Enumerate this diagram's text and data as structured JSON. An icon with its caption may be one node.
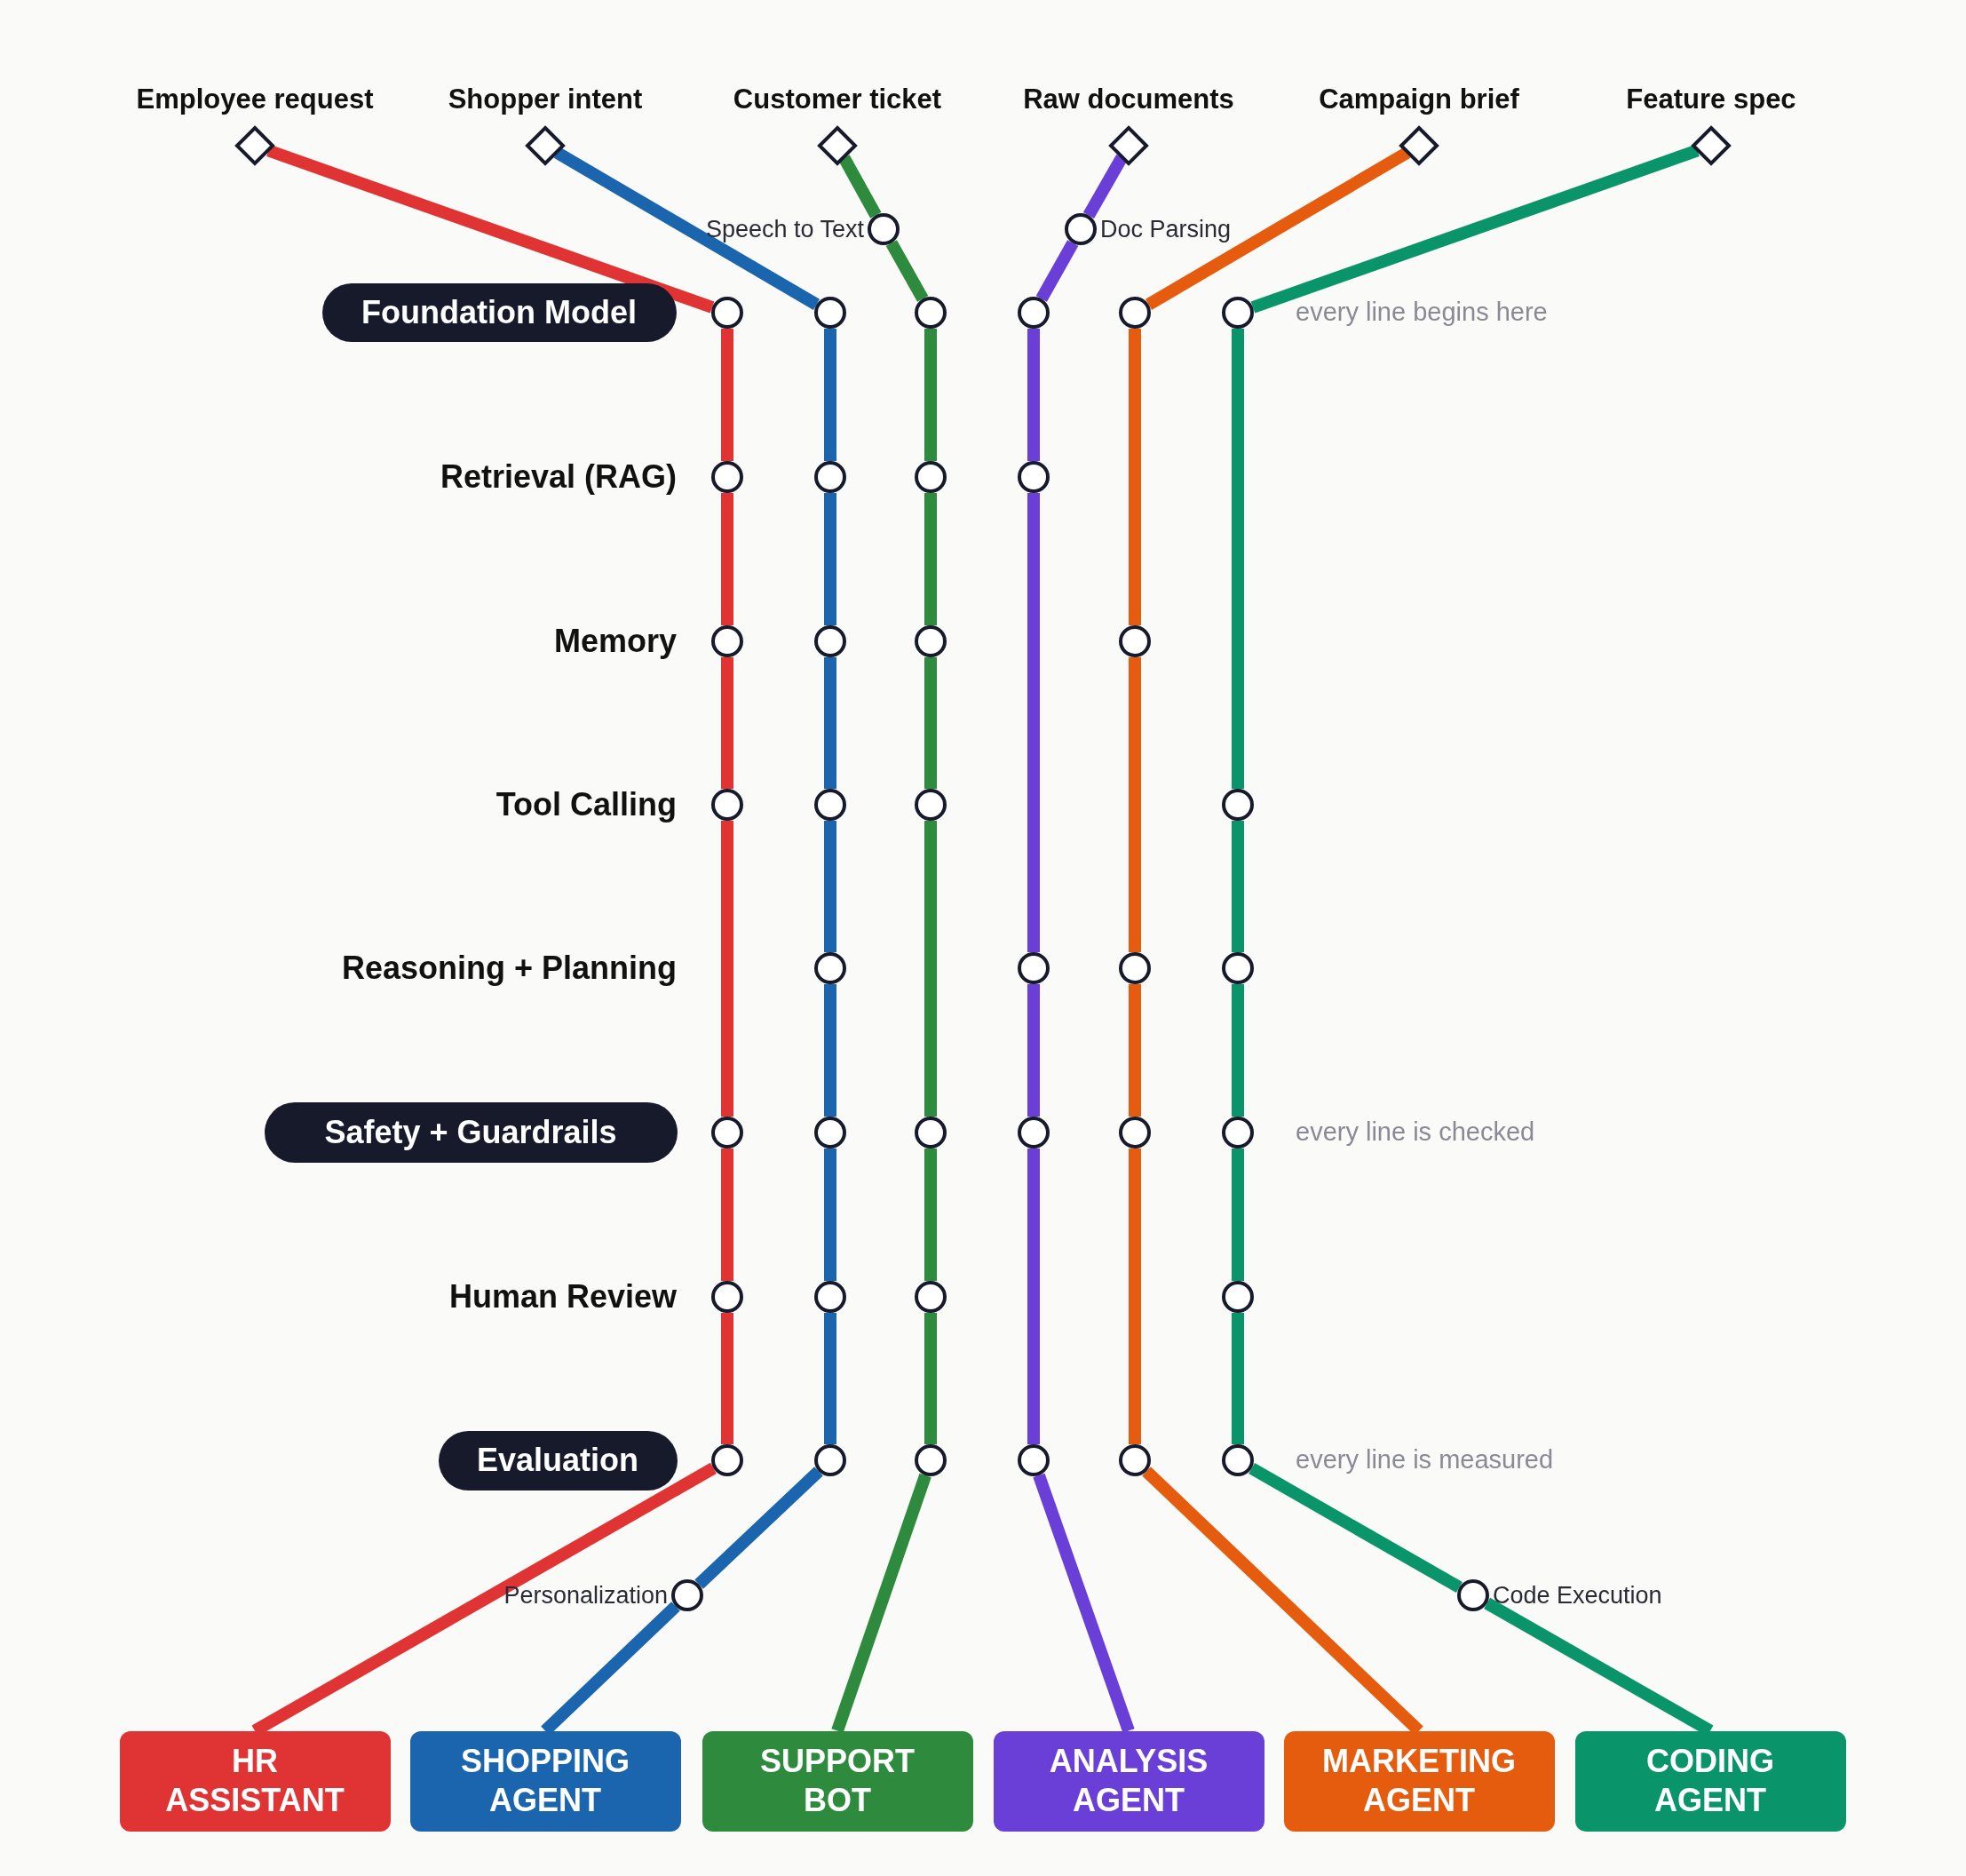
{
  "diagram": {
    "nodes": [
      {
        "text": [
          "Employee request"
        ]
      },
      {
        "text": [
          "Shopper intent"
        ]
      },
      {
        "text": [
          "Customer ticket"
        ]
      },
      {
        "text": [
          "Raw documents"
        ]
      },
      {
        "text": [
          "Campaign brief"
        ]
      },
      {
        "text": [
          "Feature spec"
        ]
      },
      {
        "text": [],
        "shape": "circle",
        "beside": [
          "Speech to Text"
        ]
      },
      {
        "text": [],
        "shape": "circle",
        "beside": [
          "Doc Parsing"
        ]
      },
      {
        "text": [
          "Foundation Model"
        ]
      },
      {
        "text": [],
        "shape": "circle"
      },
      {
        "text": [],
        "shape": "circle"
      },
      {
        "text": [],
        "shape": "circle"
      },
      {
        "text": [],
        "shape": "circle"
      },
      {
        "text": [],
        "shape": "circle"
      },
      {
        "text": [],
        "shape": "circle"
      },
      {
        "text": [],
        "shape": "circle"
      },
      {
        "text": [],
        "shape": "circle"
      },
      {
        "text": [],
        "shape": "circle"
      },
      {
        "text": [],
        "shape": "circle"
      },
      {
        "text": [],
        "shape": "circle"
      },
      {
        "text": [],
        "shape": "circle"
      },
      {
        "text": [],
        "shape": "circle"
      },
      {
        "text": [],
        "shape": "circle"
      },
      {
        "text": [],
        "shape": "circle"
      },
      {
        "text": [],
        "shape": "circle"
      },
      {
        "text": [],
        "shape": "circle"
      },
      {
        "text": [],
        "shape": "circle"
      },
      {
        "text": [],
        "shape": "circle"
      },
      {
        "text": [],
        "shape": "circle"
      },
      {
        "text": [],
        "shape": "circle"
      },
      {
        "text": [],
        "shape": "circle"
      },
      {
        "text": [
          "Safety + Guardrails"
        ]
      },
      {
        "text": [],
        "shape": "circle"
      },
      {
        "text": [],
        "shape": "circle"
      },
      {
        "text": [],
        "shape": "circle"
      },
      {
        "text": [],
        "shape": "circle"
      },
      {
        "text": [],
        "shape": "circle"
      },
      {
        "text": [],
        "shape": "circle"
      },
      {
        "text": [],
        "shape": "circle"
      },
      {
        "text": [],
        "shape": "circle"
      },
      {
        "text": [],
        "shape": "circle"
      },
      {
        "text": [],
        "shape": "circle"
      },
      {
        "text": [
          "Evaluation"
        ]
      },
      {
        "text": [],
        "shape": "circle"
      },
      {
        "text": [],
        "shape": "circle"
      },
      {
        "text": [],
        "shape": "circle"
      },
      {
        "text": [],
        "shape": "circle"
      },
      {
        "text": [],
        "shape": "circle"
      },
      {
        "text": [],
        "shape": "circle"
      },
      {
        "text": [],
        "shape": "circle",
        "beside": [
          "Personalization"
        ]
      },
      {
        "text": [],
        "shape": "circle",
        "beside": [
          "Code Execution"
        ]
      },
      {
        "text": [
          "HR ASSISTANT"
        ]
      },
      {
        "text": [
          "SHOPPING AGENT"
        ]
      },
      {
        "text": [
          "SUPPORT BOT"
        ]
      },
      {
        "text": [
          "ANALYSIS AGENT"
        ]
      },
      {
        "text": [
          "MARKETING AGENT"
        ]
      },
      {
        "text": [
          "CODING AGENT"
        ]
      }
    ],
    "edges": [
      {
        "from": 0,
        "to": 9,
        "arrow": "none",
        "color": "#e03333"
      },
      {
        "from": 9,
        "to": 15,
        "arrow": "none",
        "color": "#e03333"
      },
      {
        "from": 15,
        "to": 19,
        "arrow": "none",
        "color": "#e03333"
      },
      {
        "from": 19,
        "to": 23,
        "arrow": "none",
        "color": "#e03333"
      },
      {
        "from": 23,
        "to": 32,
        "arrow": "none",
        "color": "#e03333"
      },
      {
        "from": 32,
        "to": 38,
        "arrow": "none",
        "color": "#e03333"
      },
      {
        "from": 38,
        "to": 43,
        "arrow": "none",
        "color": "#e03333"
      },
      {
        "from": 43,
        "to": 51,
        "arrow": "none",
        "color": "#e03333"
      },
      {
        "from": 1,
        "to": 10,
        "arrow": "none",
        "color": "#1a65ad"
      },
      {
        "from": 10,
        "to": 16,
        "arrow": "none",
        "color": "#1a65ad"
      },
      {
        "from": 16,
        "to": 20,
        "arrow": "none",
        "color": "#1a65ad"
      },
      {
        "from": 20,
        "to": 24,
        "arrow": "none",
        "color": "#1a65ad"
      },
      {
        "from": 24,
        "to": 27,
        "arrow": "none",
        "color": "#1a65ad"
      },
      {
        "from": 27,
        "to": 33,
        "arrow": "none",
        "color": "#1a65ad"
      },
      {
        "from": 33,
        "to": 39,
        "arrow": "none",
        "color": "#1a65ad"
      },
      {
        "from": 39,
        "to": 44,
        "arrow": "none",
        "color": "#1a65ad"
      },
      {
        "from": 44,
        "to": 49,
        "arrow": "none",
        "color": "#1a65ad"
      },
      {
        "from": 49,
        "to": 52,
        "arrow": "none",
        "color": "#1a65ad"
      },
      {
        "from": 2,
        "to": 6,
        "arrow": "none",
        "color": "#2e8b3e"
      },
      {
        "from": 6,
        "to": 11,
        "arrow": "none",
        "color": "#2e8b3e"
      },
      {
        "from": 11,
        "to": 17,
        "arrow": "none",
        "color": "#2e8b3e"
      },
      {
        "from": 17,
        "to": 21,
        "arrow": "none",
        "color": "#2e8b3e"
      },
      {
        "from": 21,
        "to": 25,
        "arrow": "none",
        "color": "#2e8b3e"
      },
      {
        "from": 25,
        "to": 34,
        "arrow": "none",
        "color": "#2e8b3e"
      },
      {
        "from": 34,
        "to": 40,
        "arrow": "none",
        "color": "#2e8b3e"
      },
      {
        "from": 40,
        "to": 45,
        "arrow": "none",
        "color": "#2e8b3e"
      },
      {
        "from": 45,
        "to": 53,
        "arrow": "none",
        "color": "#2e8b3e"
      },
      {
        "from": 3,
        "to": 7,
        "arrow": "none",
        "color": "#6a3fd8"
      },
      {
        "from": 7,
        "to": 12,
        "arrow": "none",
        "color": "#6a3fd8"
      },
      {
        "from": 12,
        "to": 18,
        "arrow": "none",
        "color": "#6a3fd8"
      },
      {
        "from": 18,
        "to": 28,
        "arrow": "none",
        "color": "#6a3fd8"
      },
      {
        "from": 28,
        "to": 35,
        "arrow": "none",
        "color": "#6a3fd8"
      },
      {
        "from": 35,
        "to": 46,
        "arrow": "none",
        "color": "#6a3fd8"
      },
      {
        "from": 46,
        "to": 54,
        "arrow": "none",
        "color": "#6a3fd8"
      },
      {
        "from": 4,
        "to": 13,
        "arrow": "none",
        "color": "#e65c0f"
      },
      {
        "from": 13,
        "to": 22,
        "arrow": "none",
        "color": "#e65c0f"
      },
      {
        "from": 22,
        "to": 29,
        "arrow": "none",
        "color": "#e65c0f"
      },
      {
        "from": 29,
        "to": 36,
        "arrow": "none",
        "color": "#e65c0f"
      },
      {
        "from": 36,
        "to": 47,
        "arrow": "none",
        "color": "#e65c0f"
      },
      {
        "from": 47,
        "to": 55,
        "arrow": "none",
        "color": "#e65c0f"
      },
      {
        "from": 5,
        "to": 14,
        "arrow": "none",
        "color": "#0a9469"
      },
      {
        "from": 14,
        "to": 26,
        "arrow": "none",
        "color": "#0a9469"
      },
      {
        "from": 26,
        "to": 30,
        "arrow": "none",
        "color": "#0a9469"
      },
      {
        "from": 30,
        "to": 37,
        "arrow": "none",
        "color": "#0a9469"
      },
      {
        "from": 37,
        "to": 41,
        "arrow": "none",
        "color": "#0a9469"
      },
      {
        "from": 41,
        "to": 48,
        "arrow": "none",
        "color": "#0a9469"
      },
      {
        "from": 48,
        "to": 50,
        "arrow": "none",
        "color": "#0a9469"
      },
      {
        "from": 50,
        "to": 56,
        "arrow": "none",
        "color": "#0a9469"
      }
    ],
    "labels": [
      "every line begins here",
      "Retrieval (RAG)",
      "Memory",
      "Tool Calling",
      "Reasoning + Planning",
      "every line is checked",
      "Human Review",
      "every line is measured"
    ]
  }
}
